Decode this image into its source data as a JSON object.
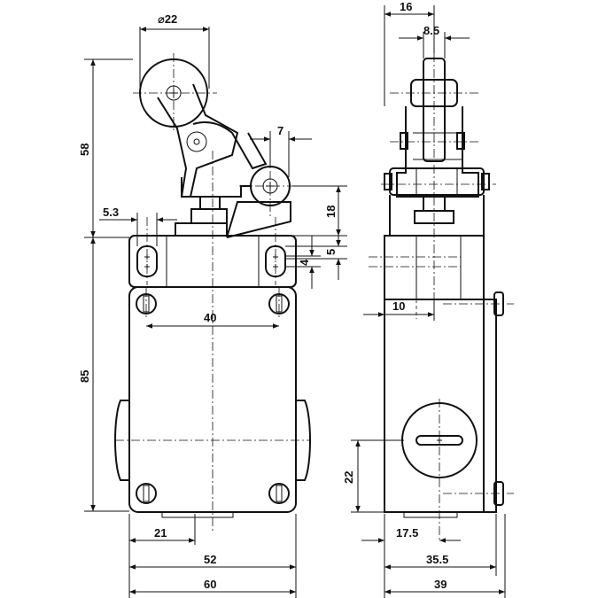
{
  "front_view": {
    "roller_diameter": "⌀22",
    "lever_height": "58",
    "roller_offset": "7",
    "actuator_height": "18",
    "slot_width": "5.3",
    "slot_spacing": "40",
    "slot_pitch": "5",
    "slot_width_small": "4",
    "body_height": "85",
    "bottom_offset": "21",
    "mounting_width": "52",
    "total_width": "60"
  },
  "side_view": {
    "top_width": "16",
    "roller_width": "8.5",
    "plunger_offset": "10",
    "conduit_height": "22",
    "conduit_offset": "17.5",
    "body_width": "35.5",
    "total_depth": "39"
  }
}
